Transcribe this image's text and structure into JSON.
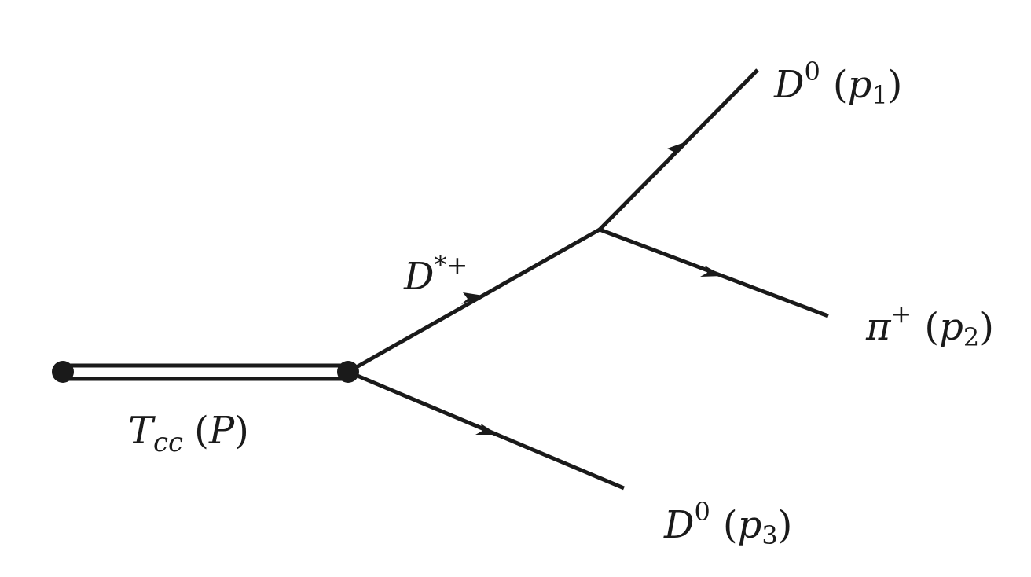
{
  "diagram": {
    "type": "feynman",
    "nodes": [
      {
        "id": "start",
        "kind": "vertex"
      },
      {
        "id": "v1",
        "kind": "vertex"
      },
      {
        "id": "v2",
        "kind": "vertex-unmarked"
      }
    ],
    "edges": [
      {
        "from": "start",
        "to": "v1",
        "style": "double",
        "label": "T_cc (P)"
      },
      {
        "from": "v1",
        "to": "v2",
        "style": "arrow",
        "label": "D*+"
      },
      {
        "from": "v2",
        "to": "out1",
        "style": "arrow",
        "label": "D0 (p1)"
      },
      {
        "from": "v2",
        "to": "out2",
        "style": "arrow",
        "label": "π+ (p2)"
      },
      {
        "from": "v1",
        "to": "out3",
        "style": "arrow",
        "label": "D0 (p3)"
      }
    ]
  },
  "labels": {
    "tcc": {
      "main": "T",
      "sub": "cc",
      "paren_open": "(",
      "arg": "P",
      "paren_close": ")"
    },
    "dstar": {
      "main": "D",
      "sup": "*+"
    },
    "d0_p1": {
      "main": "D",
      "sup": "0",
      "paren_open": "(",
      "arg": "p",
      "sub": "1",
      "paren_close": ")"
    },
    "pi_p2": {
      "main": "π",
      "sup": "+",
      "paren_open": "(",
      "arg": "p",
      "sub": "2",
      "paren_close": ")"
    },
    "d0_p3": {
      "main": "D",
      "sup": "0",
      "paren_open": "(",
      "arg": "p",
      "sub": "3",
      "paren_close": ")"
    }
  },
  "colors": {
    "ink": "#1a1a1a",
    "background": "#ffffff"
  }
}
